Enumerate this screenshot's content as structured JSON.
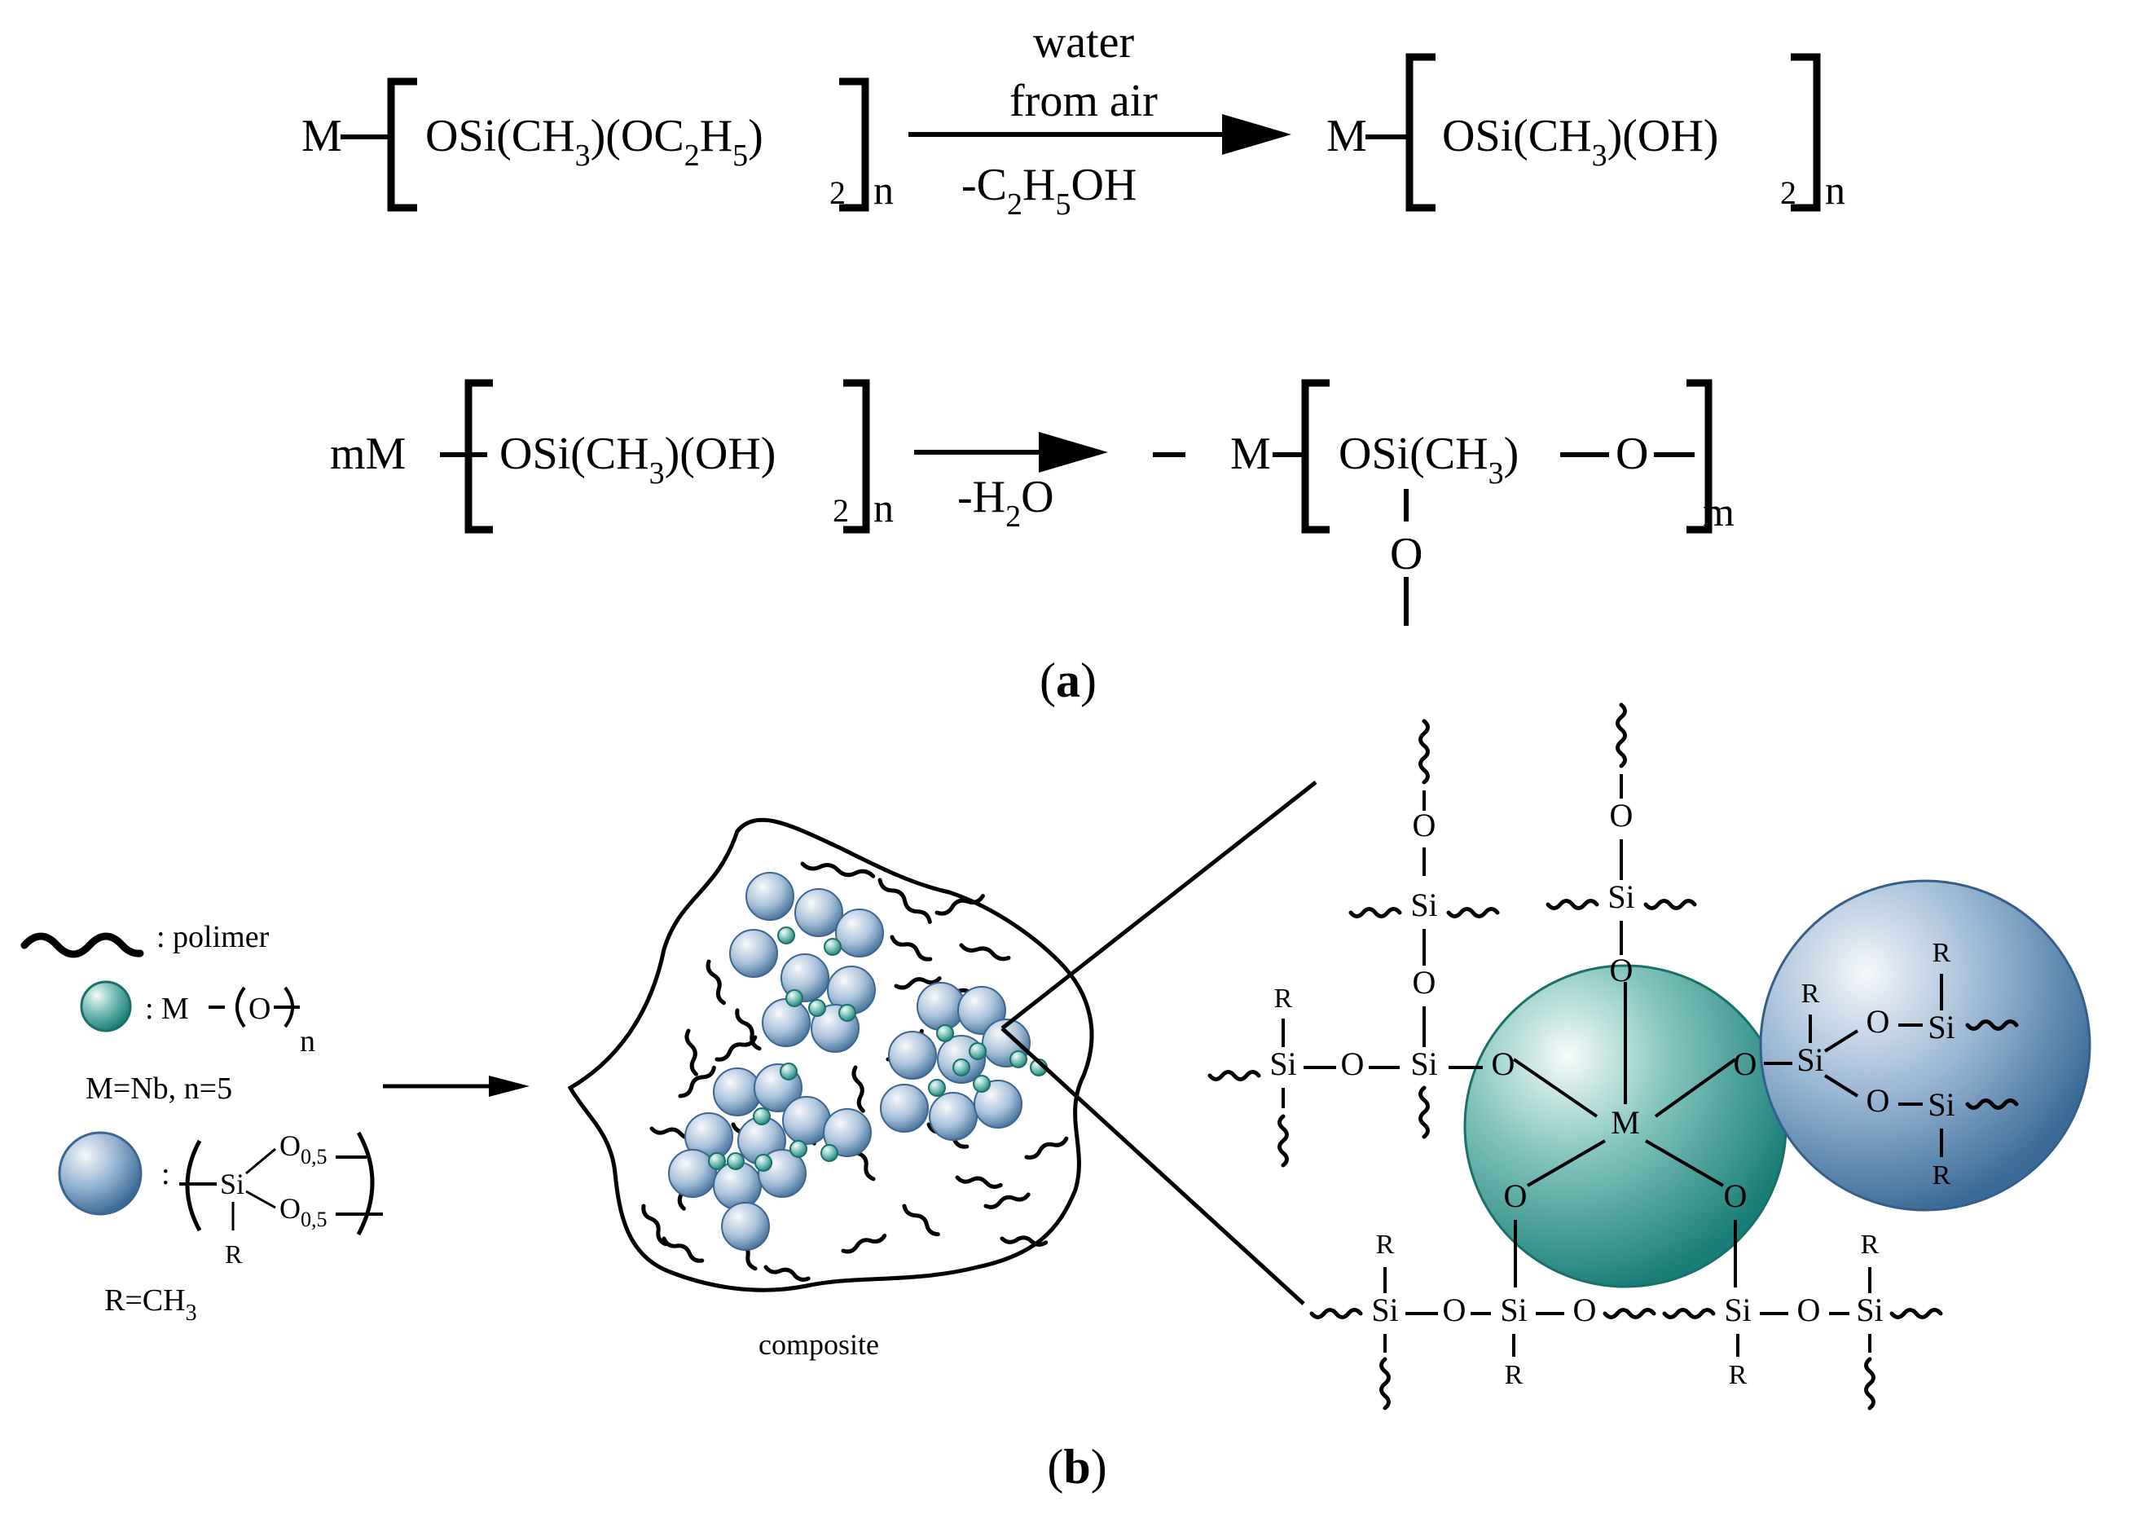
{
  "panel_a": {
    "label": "a",
    "reaction1": {
      "reactant_metal": "M",
      "reactant_group_1": "OSi(CH",
      "reactant_sub_3": "3",
      "reactant_group_2": ")(OC",
      "reactant_sub_2": "2",
      "reactant_group_3": "H",
      "reactant_sub_5": "5",
      "reactant_group_4": ")",
      "reactant_sub_outer": "2",
      "reactant_n": "n",
      "arrow_top_line1": "water",
      "arrow_top_line2": "from air",
      "arrow_bottom_1": "-C",
      "arrow_bottom_sub2": "2",
      "arrow_bottom_2": "H",
      "arrow_bottom_sub5": "5",
      "arrow_bottom_3": "OH",
      "product_metal": "M",
      "product_group_1": "OSi(CH",
      "product_sub_3": "3",
      "product_group_2": ")(OH)",
      "product_sub_outer": "2",
      "product_n": "n"
    },
    "reaction2": {
      "reactant_prefix": "mM",
      "reactant_group_1": "OSi(CH",
      "reactant_sub_3": "3",
      "reactant_group_2": ")(OH)",
      "reactant_sub_outer": "2",
      "reactant_n": "n",
      "arrow_bottom_1": "-H",
      "arrow_bottom_sub2": "2",
      "arrow_bottom_2": "O",
      "product_metal": "M",
      "product_group_1": "OSi(CH",
      "product_sub_3": "3",
      "product_group_2": ")",
      "product_bridge_o": "O",
      "product_pendant_o": "O",
      "product_m": "m"
    }
  },
  "panel_b": {
    "label": "b",
    "legend": {
      "polymer": ": polimer",
      "oxide_prefix": ": M",
      "oxide_o": "O",
      "oxide_n": "n",
      "metal_def": "M=Nb, n=5",
      "siloxane_colon": ":",
      "siloxane_si": "Si",
      "siloxane_o1": "O",
      "siloxane_o1_sub": "0,5",
      "siloxane_o2": "O",
      "siloxane_o2_sub": "0,5",
      "siloxane_r": "R",
      "r_def_1": "R=CH",
      "r_def_sub": "3"
    },
    "composite_label": "composite",
    "detail": {
      "metal": "M",
      "o": "O",
      "si": "Si",
      "r": "R"
    }
  },
  "colors": {
    "teal": "#1f8c85",
    "teal_light": "#e9f5f3",
    "blue": "#3d6f9c",
    "blue_light": "#eef3f8",
    "ink": "#000000"
  }
}
